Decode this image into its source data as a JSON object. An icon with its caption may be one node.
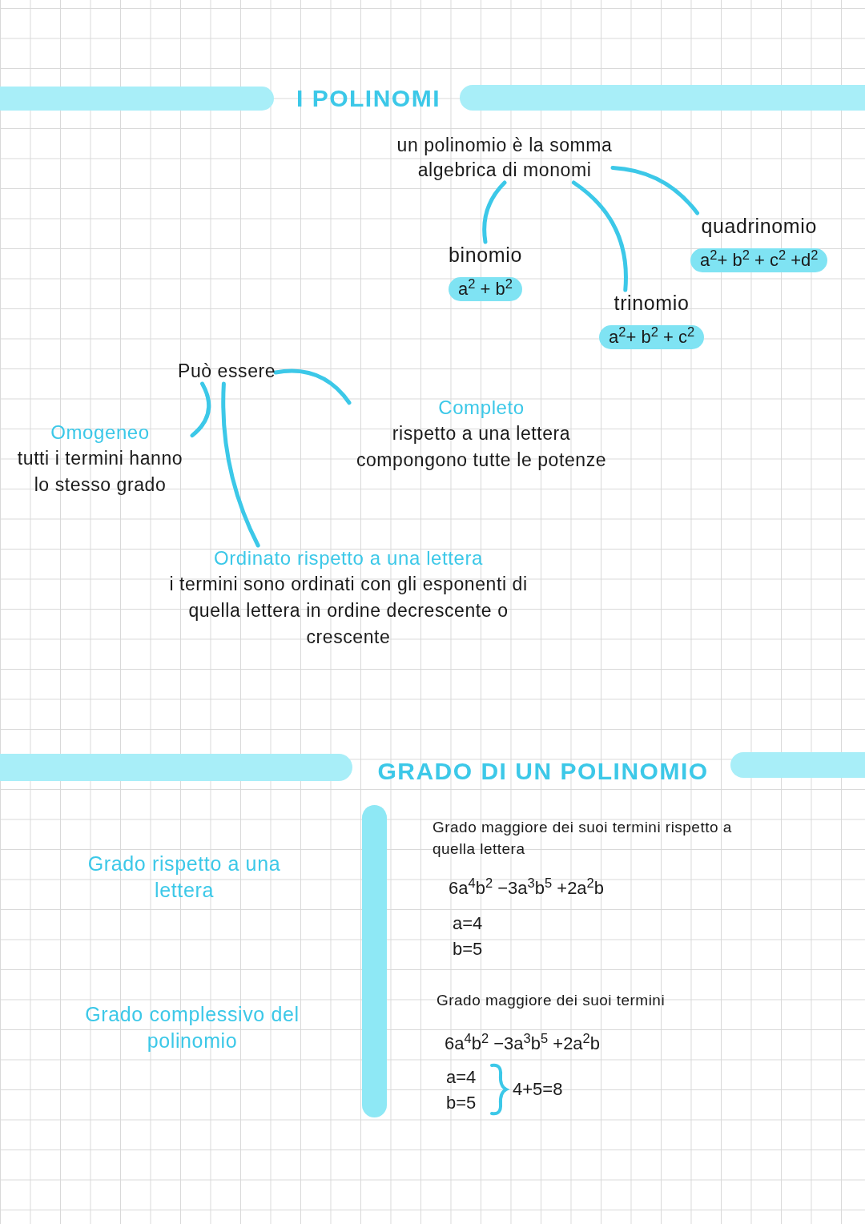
{
  "diagram": {
    "title": "I POLINOMI",
    "nodes": [
      {
        "text": [
          "un polinomio è la somma algebrica di monomi"
        ]
      },
      {
        "text": [
          "binomio",
          "a$^{2}$ + b$^{2}$"
        ]
      },
      {
        "text": [
          "trinomio",
          "a$^{2}$+ b$^{2}$ + c$^{2}$"
        ]
      },
      {
        "text": [
          "quadrinomio",
          "a$^{2}$+ b$^{2}$ + c$^{2}$ +d$^{2}$"
        ]
      },
      {
        "text": [
          "Può essere"
        ]
      },
      {
        "text": [
          "Omogeneo",
          "tutti i termini hanno lo stesso grado"
        ]
      },
      {
        "text": [
          "Completo",
          "rispetto a una lettera compongono tutte le potenze"
        ]
      },
      {
        "text": [
          "Ordinato rispetto a una lettera",
          "i termini sono ordinati con gli esponenti di quella lettera in ordine decrescente o crescente"
        ]
      }
    ],
    "edges": [
      {
        "from": 0,
        "to": 1,
        "arrow": "none"
      },
      {
        "from": 0,
        "to": 2,
        "arrow": "none"
      },
      {
        "from": 0,
        "to": 3,
        "arrow": "none"
      },
      {
        "from": 4,
        "to": 5,
        "arrow": "none"
      },
      {
        "from": 4,
        "to": 7,
        "arrow": "none"
      },
      {
        "from": 4,
        "to": 6,
        "arrow": "none"
      }
    ],
    "labels": [
      "GRADO DI UN POLINOMIO",
      "Grado maggiore dei suoi termini rispetto a quella lettera",
      "Grado rispetto a una lettera",
      "6a$^{4}$b$^{2}$ −3a$^{3}$b$^{5}$ +2a$^{2}$b",
      "a=4",
      "b=5",
      "Grado maggiore dei suoi termini",
      "Grado complessivo del polinomio",
      "6a$^{4}$b$^{2}$ −3a$^{3}$b$^{5}$ +2a$^{2}$b",
      "a=4",
      "b=5",
      "4+5=8"
    ]
  }
}
